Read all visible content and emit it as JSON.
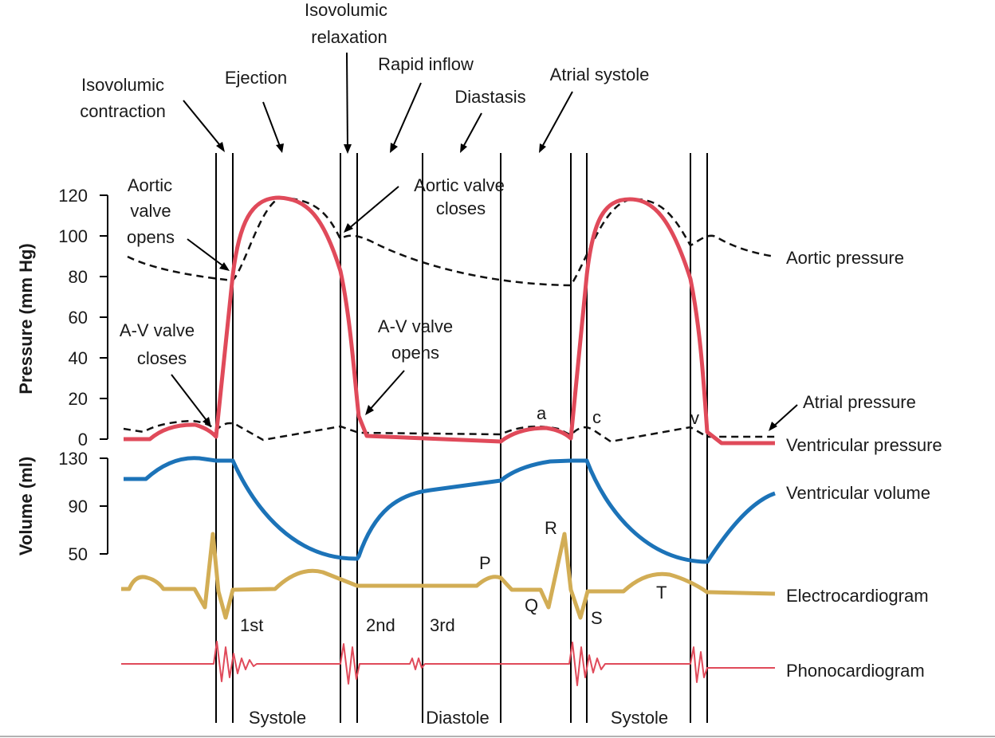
{
  "colors": {
    "ventricular_pressure": "#e04a5a",
    "aortic_pressure": "#111111",
    "volume": "#1c73b8",
    "ecg": "#d2ad55",
    "phono": "#e04a5a",
    "lines": "#000000"
  },
  "phases": {
    "isovolumic_contraction": [
      "Isovolumic",
      "contraction"
    ],
    "ejection": "Ejection",
    "isovolumic_relaxation": [
      "Isovolumic",
      "relaxation"
    ],
    "rapid_inflow": "Rapid inflow",
    "diastasis": "Diastasis",
    "atrial_systole": "Atrial systole"
  },
  "events": {
    "aortic_valve_opens": [
      "Aortic",
      "valve",
      "opens"
    ],
    "aortic_valve_closes": [
      "Aortic valve",
      "closes"
    ],
    "av_valve_closes": [
      "A-V valve",
      "closes"
    ],
    "av_valve_opens": [
      "A-V valve",
      "opens"
    ]
  },
  "axes": {
    "pressure_title": "Pressure (mm Hg)",
    "pressure_ticks": [
      "120",
      "100",
      "80",
      "60",
      "40",
      "20",
      "0"
    ],
    "volume_title": "Volume (ml)",
    "volume_ticks": [
      "130",
      "90",
      "50"
    ]
  },
  "traces": {
    "aortic_pressure": "Aortic pressure",
    "atrial_pressure": "Atrial pressure",
    "ventricular_pressure": "Ventricular pressure",
    "ventricular_volume": "Ventricular volume",
    "electrocardiogram": "Electrocardiogram",
    "phonocardiogram": "Phonocardiogram"
  },
  "waves": {
    "a": "a",
    "c": "c",
    "v": "v",
    "P": "P",
    "Q": "Q",
    "R": "R",
    "S": "S",
    "T": "T"
  },
  "heart_sounds": {
    "first": "1st",
    "second": "2nd",
    "third": "3rd"
  },
  "periods": {
    "systole_1": "Systole",
    "diastole": "Diastole",
    "systole_2": "Systole"
  }
}
